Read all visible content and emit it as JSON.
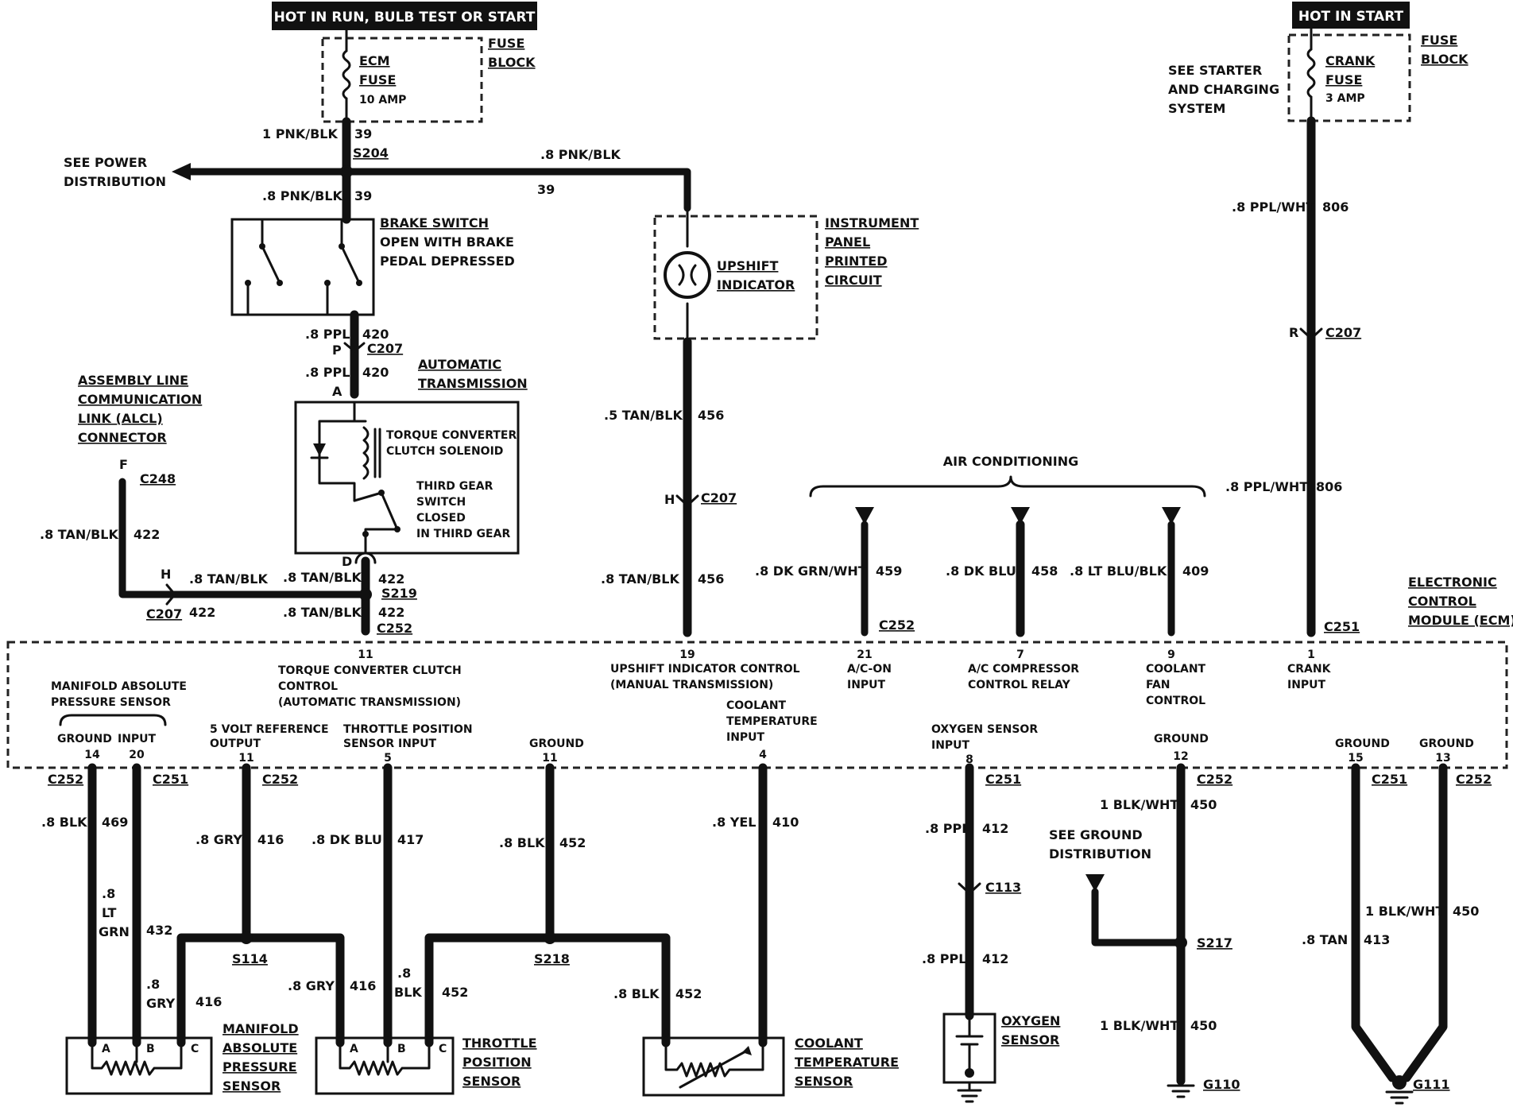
{
  "headers": {
    "hot_run": "HOT IN RUN,  BULB TEST OR START",
    "hot_start": "HOT IN START"
  },
  "fuse_block_left": {
    "label1": "FUSE",
    "label2": "BLOCK",
    "fuse_name1": "ECM",
    "fuse_name2": "FUSE",
    "rating": "10 AMP"
  },
  "fuse_block_right": {
    "label1": "FUSE",
    "label2": "BLOCK",
    "fuse_name1": "CRANK",
    "fuse_name2": "FUSE",
    "rating": "3 AMP"
  },
  "see_starter": [
    "SEE STARTER",
    "AND CHARGING",
    "SYSTEM"
  ],
  "see_power": [
    "SEE POWER",
    "DISTRIBUTION"
  ],
  "see_ground": [
    "SEE GROUND",
    "DISTRIBUTION"
  ],
  "brake_switch": [
    "BRAKE SWITCH",
    "OPEN WITH BRAKE",
    "PEDAL DEPRESSED"
  ],
  "auto_trans": [
    "AUTOMATIC",
    "TRANSMISSION"
  ],
  "tcc_solenoid": [
    "TORQUE CONVERTER",
    "CLUTCH SOLENOID"
  ],
  "third_gear": [
    "THIRD GEAR",
    "SWITCH",
    "CLOSED",
    "IN THIRD GEAR"
  ],
  "alcl": [
    "ASSEMBLY LINE",
    "COMMUNICATION",
    "LINK (ALCL)",
    "CONNECTOR"
  ],
  "upshift": [
    "UPSHIFT",
    "INDICATOR"
  ],
  "ipc": [
    "INSTRUMENT",
    "PANEL",
    "PRINTED",
    "CIRCUIT"
  ],
  "air_conditioning": "AIR CONDITIONING",
  "ecm_label": [
    "ELECTRONIC",
    "CONTROL",
    "MODULE (ECM)"
  ],
  "wires": {
    "w39a": "1 PNK/BLK",
    "n39a": "39",
    "s204": "S204",
    "w39b": ".8 PNK/BLK",
    "n39b": "39",
    "w39c": ".8 PNK/BLK",
    "n39c": "39",
    "w420a": ".8 PPL",
    "n420a": "420",
    "w420b": ".8 PPL",
    "n420b": "420",
    "c207_p": "P",
    "c207_a": "C207",
    "pin_a": "A",
    "w456a": ".5 TAN/BLK",
    "n456a": "456",
    "c207_h": "H",
    "c207_b": "C207",
    "w456b": ".8 TAN/BLK",
    "n456b": "456",
    "w806a": ".8 PPL/WHT",
    "n806a": "806",
    "c207_r": "R",
    "c207_c": "C207",
    "w806b": ".8 PPL/WHT",
    "n806b": "806",
    "c251_top": "C251",
    "alcl_f": "F",
    "c248": "C248",
    "w422a": ".8 TAN/BLK",
    "n422a": "422",
    "alcl_h": "H",
    "w422b": ".8 TAN/BLK",
    "c207_d": "C207",
    "n422b": "422",
    "w422c": ".8 TAN/BLK",
    "n422c": "422",
    "pin_d": "D",
    "s219": "S219",
    "w422d": ".8 TAN/BLK",
    "n422d": "422",
    "c252_top": "C252",
    "w459": ".8 DK GRN/WHT",
    "n459": "459",
    "c252_ac": "C252",
    "w458": ".8 DK BLU",
    "n458": "458",
    "w409": ".8 LT BLU/BLK",
    "n409": "409"
  },
  "ecm_pins_top": [
    {
      "pin": "11",
      "label": [
        "TORQUE CONVERTER CLUTCH",
        "CONTROL",
        "(AUTOMATIC TRANSMISSION)"
      ]
    },
    {
      "pin": "19",
      "label": [
        "UPSHIFT INDICATOR CONTROL",
        "(MANUAL TRANSMISSION)"
      ]
    },
    {
      "pin": "21",
      "label": [
        "A/C-ON",
        "INPUT"
      ]
    },
    {
      "pin": "7",
      "label": [
        "A/C COMPRESSOR",
        "CONTROL RELAY"
      ]
    },
    {
      "pin": "9",
      "label": [
        "COOLANT",
        "FAN",
        "CONTROL"
      ]
    },
    {
      "pin": "1",
      "label": [
        "CRANK",
        "INPUT"
      ]
    }
  ],
  "ecm_pins_bottom": [
    {
      "pin": "14",
      "label": "GROUND"
    },
    {
      "pin": "20",
      "label": "INPUT"
    },
    {
      "pin": "11",
      "label": [
        "5 VOLT REFERENCE",
        "OUTPUT"
      ]
    },
    {
      "pin": "5",
      "label": [
        "THROTTLE POSITION",
        "SENSOR INPUT"
      ]
    },
    {
      "pin": "11",
      "label": "GROUND"
    },
    {
      "pin": "4",
      "label": [
        "COOLANT",
        "TEMPERATURE",
        "INPUT"
      ]
    },
    {
      "pin": "8",
      "label": [
        "OXYGEN SENSOR",
        "INPUT"
      ]
    },
    {
      "pin": "12",
      "label": "GROUND"
    },
    {
      "pin": "15",
      "label": "GROUND"
    },
    {
      "pin": "13",
      "label": "GROUND"
    }
  ],
  "map_group": [
    "MANIFOLD ABSOLUTE",
    "PRESSURE SENSOR"
  ],
  "lower": {
    "c252_a": "C252",
    "c251_a": "C251",
    "c252_b": "C252",
    "w469": ".8 BLK",
    "n469": "469",
    "w432_1": ".8",
    "w432_2": "LT",
    "w432_3": "GRN",
    "n432": "432",
    "w416a": ".8 GRY",
    "n416a": "416",
    "w417": ".8 DK BLU",
    "n417": "417",
    "w452a": ".8 BLK",
    "n452a": "452",
    "w410": ".8 YEL",
    "n410": "410",
    "s114": "S114",
    "s218": "S218",
    "w416b_1": ".8",
    "w416b_2": "GRY",
    "n416b": "416",
    "w416c": ".8 GRY",
    "n416c": "416",
    "w452b_1": ".8",
    "w452b_2": "BLK",
    "n452b": "452",
    "w452c": ".8 BLK",
    "n452c": "452",
    "c251_o2": "C251",
    "w412a": ".8 PPL",
    "n412a": "412",
    "c113": "C113",
    "w412b": ".8 PPL",
    "n412b": "412",
    "c252_c": "C252",
    "w450a": "1 BLK/WHT",
    "n450a": "450",
    "s217": "S217",
    "w450b": "1 BLK/WHT",
    "n450b": "450",
    "g110": "G110",
    "c251_b": "C251",
    "c252_d": "C252",
    "w413": ".8 TAN",
    "n413": "413",
    "w450c": "1 BLK/WHT",
    "n450c": "450",
    "g111": "G111"
  },
  "sensors": {
    "map": [
      "MANIFOLD",
      "ABSOLUTE",
      "PRESSURE",
      "SENSOR"
    ],
    "tps": [
      "THROTTLE",
      "POSITION",
      "SENSOR"
    ],
    "cts": [
      "COOLANT",
      "TEMPERATURE",
      "SENSOR"
    ],
    "o2": [
      "OXYGEN",
      "SENSOR"
    ],
    "pins": [
      "A",
      "B",
      "C"
    ]
  }
}
